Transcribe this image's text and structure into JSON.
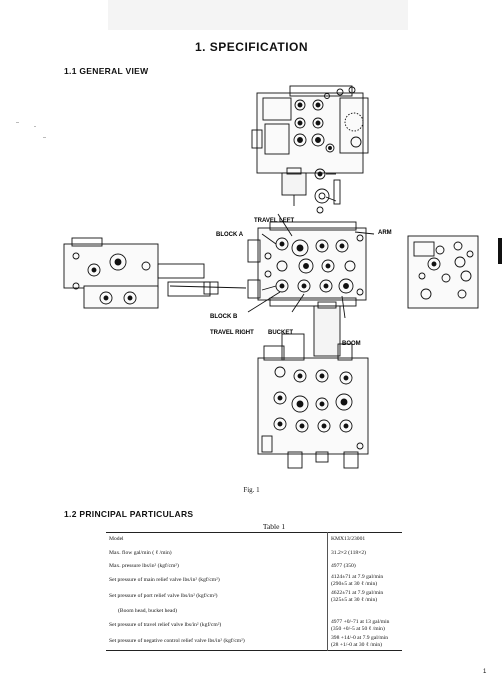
{
  "page": {
    "title": "1.  SPECIFICATION",
    "page_number": "1"
  },
  "section1": {
    "heading": "1.1 GENERAL VIEW"
  },
  "figure": {
    "caption": "Fig. 1",
    "labels": {
      "travel_left": "TRAVEL LEFT",
      "block_a": "BLOCK A",
      "arm": "ARM",
      "block_b": "BLOCK B",
      "travel_right": "TRAVEL RIGHT",
      "bucket": "BUCKET",
      "boom": "BOOM"
    }
  },
  "section2": {
    "heading": "1.2 PRINCIPAL PARTICULARS",
    "table_caption": "Table 1",
    "rows": [
      {
        "param": "Model",
        "value": "KMX13/23001"
      },
      {
        "param": "Max. flow gal/min ( ℓ /min)",
        "value": "31.2×2 (118×2)"
      },
      {
        "param": "Max. pressure lbs/in² (kgf/cm²)",
        "value": "4977 (350)"
      },
      {
        "param": "Set pressure of main relief valve lbs/in² (kgf/cm²)",
        "value": "4124±71 at 7.9 gal/min\n(290±5 at 30 ℓ /min)"
      },
      {
        "param": "Set pressure of port relief valve lbs/in² (kgf/cm²)",
        "value": "4622±71 at 7.9 gal/min\n(325±5 at 30 ℓ /min)"
      },
      {
        "param": "(Boom head, bucket head)",
        "value": ""
      },
      {
        "param": "Set pressure of travel relief valve lbs/in² (kgf/cm²)",
        "value": "4977 +0/-71 at 13 gal/min\n(350 +0/-5 at 50 ℓ /min)"
      },
      {
        "param": "Set pressure of negative control relief valve lbs/in² (kgf/cm²)",
        "value": "398 +14/-0 at 7.9 gal/min\n(28 +1/-0 at 30 ℓ /min)"
      }
    ]
  }
}
